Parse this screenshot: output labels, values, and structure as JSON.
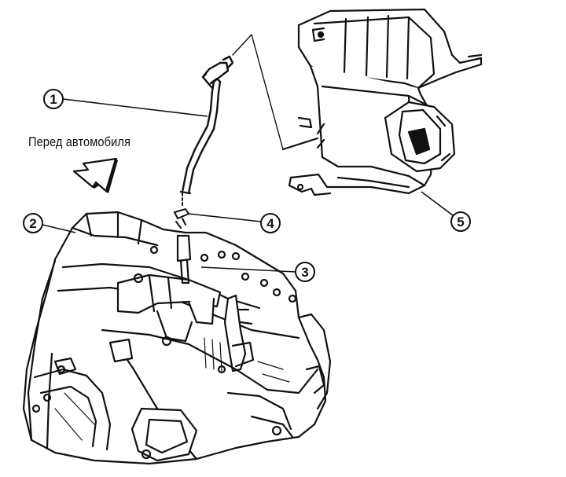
{
  "diagram": {
    "caption": "Перед автомобиля",
    "callouts": [
      {
        "id": "1",
        "label": "1"
      },
      {
        "id": "2",
        "label": "2"
      },
      {
        "id": "3",
        "label": "3"
      },
      {
        "id": "4",
        "label": "4"
      },
      {
        "id": "5",
        "label": "5"
      }
    ],
    "colors": {
      "ink": "#111111",
      "paper": "#ffffff"
    },
    "icons": [
      "front-direction-arrow-icon"
    ]
  }
}
